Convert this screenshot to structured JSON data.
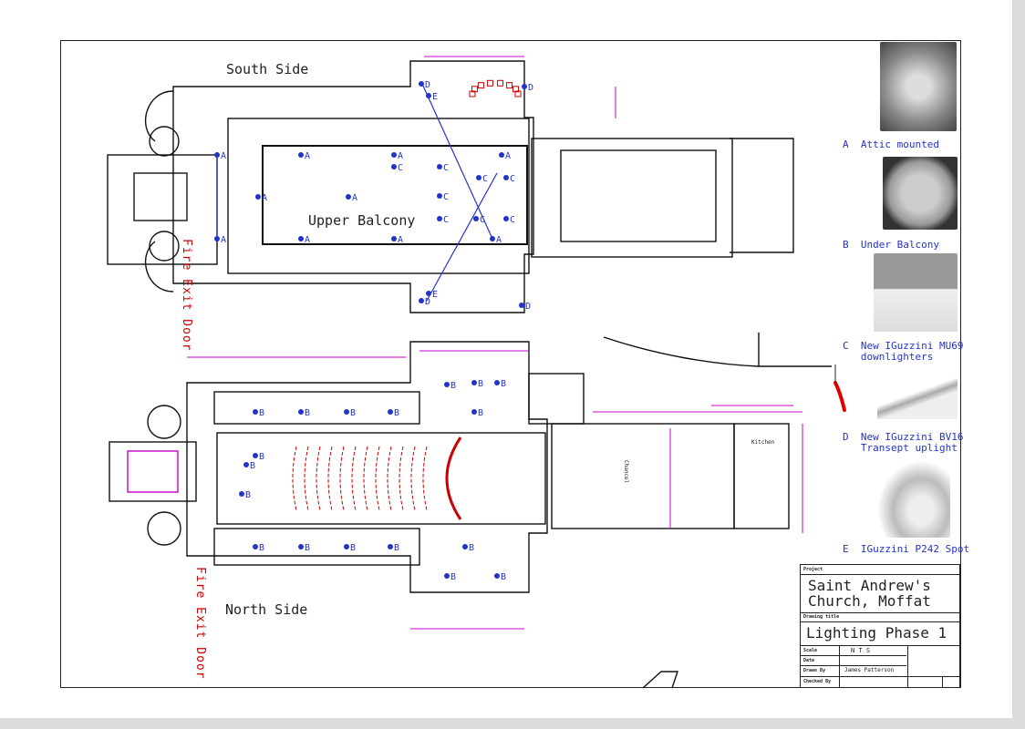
{
  "plan": {
    "south_label": "South Side",
    "north_label": "North Side",
    "upper_balcony_label": "Upper Balcony",
    "fire_exit_top": "Fire Exit Door",
    "fire_exit_bottom": "Fire Exit Door",
    "upper_fixtures": [
      "A",
      "A",
      "A",
      "A",
      "A",
      "A",
      "A",
      "A",
      "A",
      "A",
      "C",
      "C",
      "C",
      "C",
      "C",
      "C",
      "C",
      "C",
      "D",
      "D",
      "D",
      "D",
      "E",
      "E"
    ],
    "lower_fixtures": [
      "B",
      "B",
      "B",
      "B",
      "B",
      "B",
      "B",
      "B",
      "B",
      "B",
      "B",
      "B",
      "B",
      "B",
      "B",
      "B",
      "B",
      "B"
    ],
    "room_labels": [
      "Kitchen",
      "Chancel"
    ]
  },
  "legend": [
    {
      "letter": "A",
      "text": "Attic mounted"
    },
    {
      "letter": "B",
      "text": "Under Balcony"
    },
    {
      "letter": "C",
      "text": "New IGuzzini MU69",
      "text2": "downlighters"
    },
    {
      "letter": "D",
      "text": "New IGuzzini BV16",
      "text2": "Transept uplight"
    },
    {
      "letter": "E",
      "text": "IGuzzini P242 Spot"
    }
  ],
  "title_block": {
    "project_label": "Project",
    "project_line1": "Saint Andrew's",
    "project_line2": "Church, Moffat",
    "drawing_title_label": "Drawing title",
    "drawing_title": "Lighting Phase 1",
    "scale_label": "Scale",
    "scale_value": "N T S",
    "date_label": "Date",
    "drawn_by_label": "Drawn By",
    "drawn_by_value": "James Patterson",
    "checked_by_label": "Checked By"
  },
  "colors": {
    "fixture": "#2233cc",
    "dimension": "#cc00cc",
    "seating": "#cc0000",
    "annotation": "#e00000"
  }
}
